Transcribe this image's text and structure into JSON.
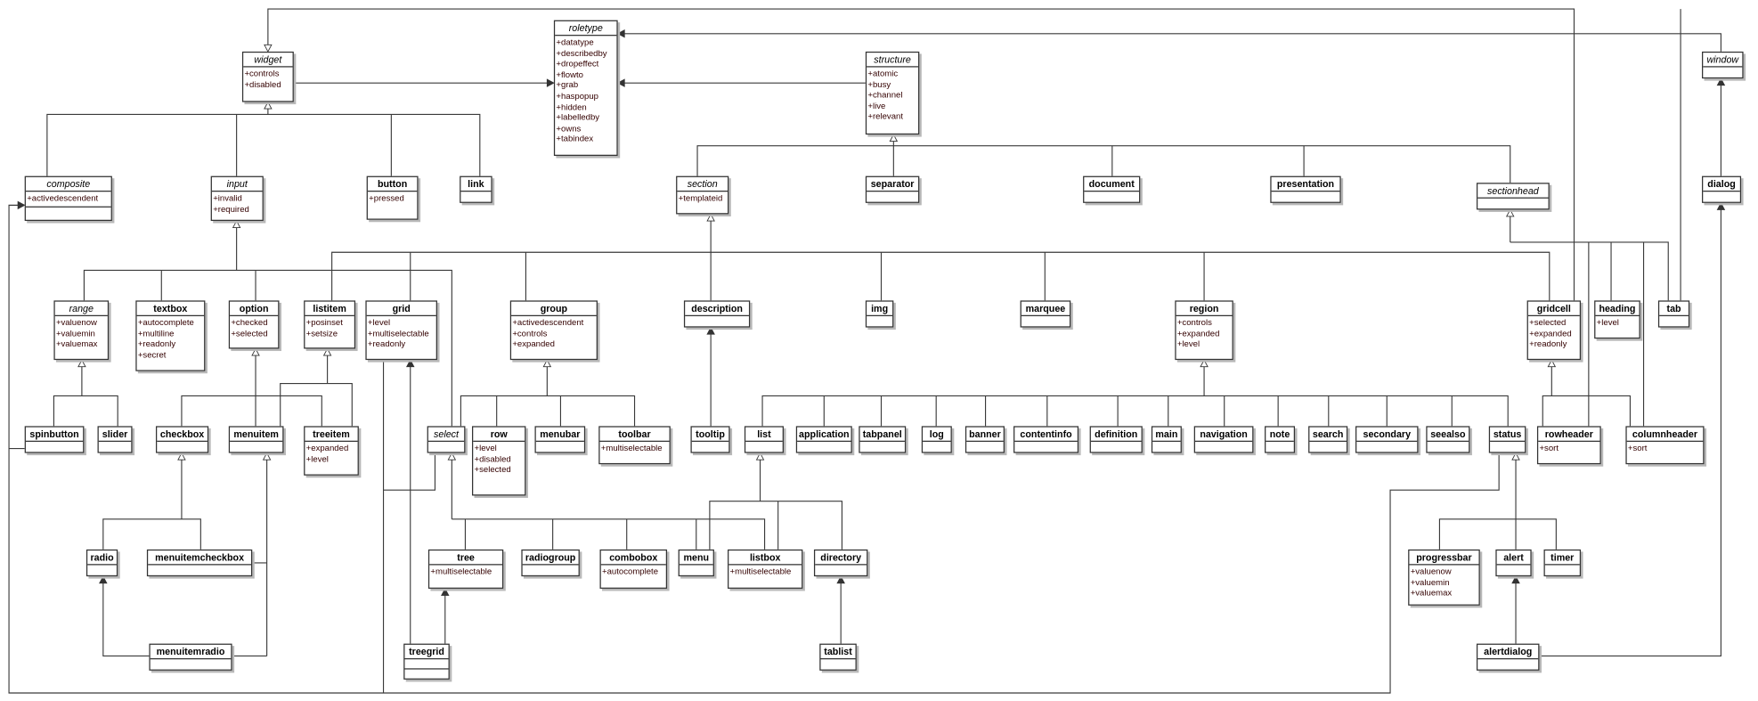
{
  "diagram": {
    "classes": [
      {
        "id": "roletype",
        "name": "roletype",
        "abstract": true,
        "attrs": [
          "+datatype",
          "+describedby",
          "+dropeffect",
          "+flowto",
          "+grab",
          "+haspopup",
          "+hidden",
          "+labelledby",
          "+owns",
          "+tabindex"
        ]
      },
      {
        "id": "widget",
        "name": "widget",
        "abstract": true,
        "attrs": [
          "+controls",
          "+disabled"
        ]
      },
      {
        "id": "structure",
        "name": "structure",
        "abstract": true,
        "attrs": [
          "+atomic",
          "+busy",
          "+channel",
          "+live",
          "+relevant"
        ]
      },
      {
        "id": "window",
        "name": "window",
        "abstract": true,
        "attrs": []
      },
      {
        "id": "composite",
        "name": "composite",
        "abstract": true,
        "attrs": [
          "+activedescendent"
        ]
      },
      {
        "id": "input",
        "name": "input",
        "abstract": true,
        "attrs": [
          "+invalid",
          "+required"
        ]
      },
      {
        "id": "button",
        "name": "button",
        "abstract": false,
        "attrs": [
          "+pressed"
        ]
      },
      {
        "id": "link",
        "name": "link",
        "abstract": false,
        "attrs": []
      },
      {
        "id": "section",
        "name": "section",
        "abstract": true,
        "attrs": [
          "+templateid"
        ]
      },
      {
        "id": "separator",
        "name": "separator",
        "abstract": false,
        "attrs": []
      },
      {
        "id": "document",
        "name": "document",
        "abstract": false,
        "attrs": []
      },
      {
        "id": "presentation",
        "name": "presentation",
        "abstract": false,
        "attrs": []
      },
      {
        "id": "sectionhead",
        "name": "sectionhead",
        "abstract": true,
        "attrs": []
      },
      {
        "id": "dialog",
        "name": "dialog",
        "abstract": false,
        "attrs": []
      },
      {
        "id": "range",
        "name": "range",
        "abstract": true,
        "attrs": [
          "+valuenow",
          "+valuemin",
          "+valuemax"
        ]
      },
      {
        "id": "textbox",
        "name": "textbox",
        "abstract": false,
        "attrs": [
          "+autocomplete",
          "+multiline",
          "+readonly",
          "+secret"
        ]
      },
      {
        "id": "option",
        "name": "option",
        "abstract": false,
        "attrs": [
          "+checked",
          "+selected"
        ]
      },
      {
        "id": "listitem",
        "name": "listitem",
        "abstract": false,
        "attrs": [
          "+posinset",
          "+setsize"
        ]
      },
      {
        "id": "grid",
        "name": "grid",
        "abstract": false,
        "attrs": [
          "+level",
          "+multiselectable",
          "+readonly"
        ]
      },
      {
        "id": "group",
        "name": "group",
        "abstract": false,
        "attrs": [
          "+activedescendent",
          "+controls",
          "+expanded"
        ]
      },
      {
        "id": "description",
        "name": "description",
        "abstract": false,
        "attrs": []
      },
      {
        "id": "img",
        "name": "img",
        "abstract": false,
        "attrs": []
      },
      {
        "id": "marquee",
        "name": "marquee",
        "abstract": false,
        "attrs": []
      },
      {
        "id": "region",
        "name": "region",
        "abstract": false,
        "attrs": [
          "+controls",
          "+expanded",
          "+level"
        ]
      },
      {
        "id": "gridcell",
        "name": "gridcell",
        "abstract": false,
        "attrs": [
          "+selected",
          "+expanded",
          "+readonly"
        ]
      },
      {
        "id": "heading",
        "name": "heading",
        "abstract": false,
        "attrs": [
          "+level"
        ]
      },
      {
        "id": "tab",
        "name": "tab",
        "abstract": false,
        "attrs": []
      },
      {
        "id": "spinbutton",
        "name": "spinbutton",
        "abstract": false,
        "attrs": []
      },
      {
        "id": "slider",
        "name": "slider",
        "abstract": false,
        "attrs": []
      },
      {
        "id": "checkbox",
        "name": "checkbox",
        "abstract": false,
        "attrs": []
      },
      {
        "id": "menuitem",
        "name": "menuitem",
        "abstract": false,
        "attrs": []
      },
      {
        "id": "treeitem",
        "name": "treeitem",
        "abstract": false,
        "attrs": [
          "+expanded",
          "+level"
        ]
      },
      {
        "id": "select",
        "name": "select",
        "abstract": true,
        "attrs": []
      },
      {
        "id": "row",
        "name": "row",
        "abstract": false,
        "attrs": [
          "+level",
          "+disabled",
          "+selected"
        ]
      },
      {
        "id": "menubar",
        "name": "menubar",
        "abstract": false,
        "attrs": []
      },
      {
        "id": "toolbar",
        "name": "toolbar",
        "abstract": false,
        "attrs": [
          "+multiselectable"
        ]
      },
      {
        "id": "tooltip",
        "name": "tooltip",
        "abstract": false,
        "attrs": []
      },
      {
        "id": "list",
        "name": "list",
        "abstract": false,
        "attrs": []
      },
      {
        "id": "application",
        "name": "application",
        "abstract": false,
        "attrs": []
      },
      {
        "id": "tabpanel",
        "name": "tabpanel",
        "abstract": false,
        "attrs": []
      },
      {
        "id": "log",
        "name": "log",
        "abstract": false,
        "attrs": []
      },
      {
        "id": "banner",
        "name": "banner",
        "abstract": false,
        "attrs": []
      },
      {
        "id": "contentinfo",
        "name": "contentinfo",
        "abstract": false,
        "attrs": []
      },
      {
        "id": "definition",
        "name": "definition",
        "abstract": false,
        "attrs": []
      },
      {
        "id": "main",
        "name": "main",
        "abstract": false,
        "attrs": []
      },
      {
        "id": "navigation",
        "name": "navigation",
        "abstract": false,
        "attrs": []
      },
      {
        "id": "note",
        "name": "note",
        "abstract": false,
        "attrs": []
      },
      {
        "id": "search",
        "name": "search",
        "abstract": false,
        "attrs": []
      },
      {
        "id": "secondary",
        "name": "secondary",
        "abstract": false,
        "attrs": []
      },
      {
        "id": "seealso",
        "name": "seealso",
        "abstract": false,
        "attrs": []
      },
      {
        "id": "status",
        "name": "status",
        "abstract": false,
        "attrs": []
      },
      {
        "id": "rowheader",
        "name": "rowheader",
        "abstract": false,
        "attrs": [
          "+sort"
        ]
      },
      {
        "id": "columnheader",
        "name": "columnheader",
        "abstract": false,
        "attrs": [
          "+sort"
        ]
      },
      {
        "id": "radio",
        "name": "radio",
        "abstract": false,
        "attrs": []
      },
      {
        "id": "menuitemcheckbox",
        "name": "menuitemcheckbox",
        "abstract": false,
        "attrs": []
      },
      {
        "id": "tree",
        "name": "tree",
        "abstract": false,
        "attrs": [
          "+multiselectable"
        ]
      },
      {
        "id": "radiogroup",
        "name": "radiogroup",
        "abstract": false,
        "attrs": []
      },
      {
        "id": "combobox",
        "name": "combobox",
        "abstract": false,
        "attrs": [
          "+autocomplete"
        ]
      },
      {
        "id": "menu",
        "name": "menu",
        "abstract": false,
        "attrs": []
      },
      {
        "id": "listbox",
        "name": "listbox",
        "abstract": false,
        "attrs": [
          "+multiselectable"
        ]
      },
      {
        "id": "directory",
        "name": "directory",
        "abstract": false,
        "attrs": []
      },
      {
        "id": "progressbar",
        "name": "progressbar",
        "abstract": false,
        "attrs": [
          "+valuenow",
          "+valuemin",
          "+valuemax"
        ]
      },
      {
        "id": "alert",
        "name": "alert",
        "abstract": false,
        "attrs": []
      },
      {
        "id": "timer",
        "name": "timer",
        "abstract": false,
        "attrs": []
      },
      {
        "id": "menuitemradio",
        "name": "menuitemradio",
        "abstract": false,
        "attrs": []
      },
      {
        "id": "treegrid",
        "name": "treegrid",
        "abstract": false,
        "attrs": []
      },
      {
        "id": "tablist",
        "name": "tablist",
        "abstract": false,
        "attrs": []
      },
      {
        "id": "alertdialog",
        "name": "alertdialog",
        "abstract": false,
        "attrs": []
      }
    ]
  }
}
